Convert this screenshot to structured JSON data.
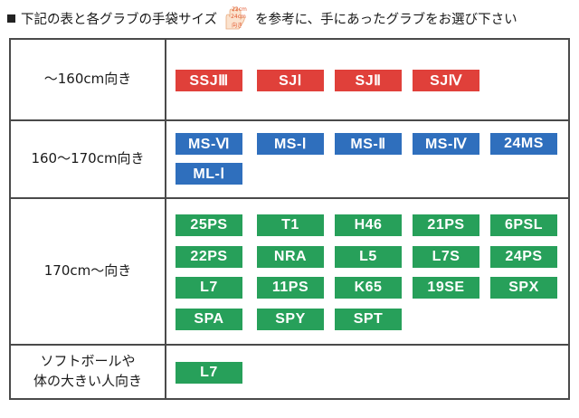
{
  "header": {
    "text_before": "下記の表と各グラブの手袋サイズ",
    "icon_sizes": [
      "22cm",
      "24cm",
      "向き"
    ],
    "text_after": "を参考に、手にあったグラブをお選び下さい"
  },
  "colors": {
    "red": "#e0403a",
    "blue": "#2f6fbd",
    "green": "#27a05a"
  },
  "rows": [
    {
      "label": "〜160cm向き",
      "color": "red",
      "models": [
        "SSJⅢ",
        "SJⅠ",
        "SJⅡ",
        "SJⅣ"
      ]
    },
    {
      "label": "160〜170cm向き",
      "color": "blue",
      "models": [
        "MS-Ⅵ",
        "MS-Ⅰ",
        "MS-Ⅱ",
        "MS-Ⅳ",
        "24MS",
        "ML-Ⅰ"
      ]
    },
    {
      "label": "170cm〜向き",
      "color": "green",
      "models": [
        "25PS",
        "T1",
        "H46",
        "21PS",
        "6PSL",
        "22PS",
        "NRA",
        "L5",
        "L7S",
        "24PS",
        "L7",
        "11PS",
        "K65",
        "19SE",
        "SPX",
        "SPA",
        "SPY",
        "SPT"
      ]
    },
    {
      "label_lines": [
        "ソフトボールや",
        "体の大きい人向き"
      ],
      "color": "green",
      "models": [
        "L7"
      ]
    }
  ]
}
